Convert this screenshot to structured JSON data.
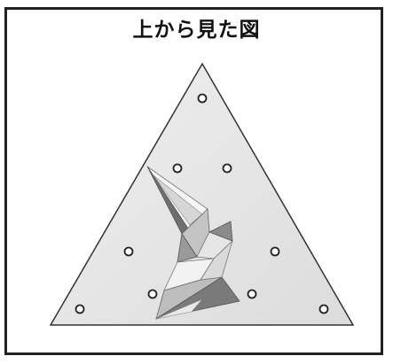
{
  "figure": {
    "title": "上から見た図"
  },
  "colors": {
    "frame": "#222222",
    "plate_fill": "#e9e9e9",
    "plate_stroke": "#333333",
    "hole_fill": "#ffffff",
    "hole_stroke": "#222222",
    "sculpture_light": "#f4f4f4",
    "sculpture_mid": "#bfbfbf",
    "sculpture_dark": "#6f6f6f"
  },
  "icons": [
    "triangular-plate",
    "mounting-hole",
    "zigzag-sculpture"
  ]
}
